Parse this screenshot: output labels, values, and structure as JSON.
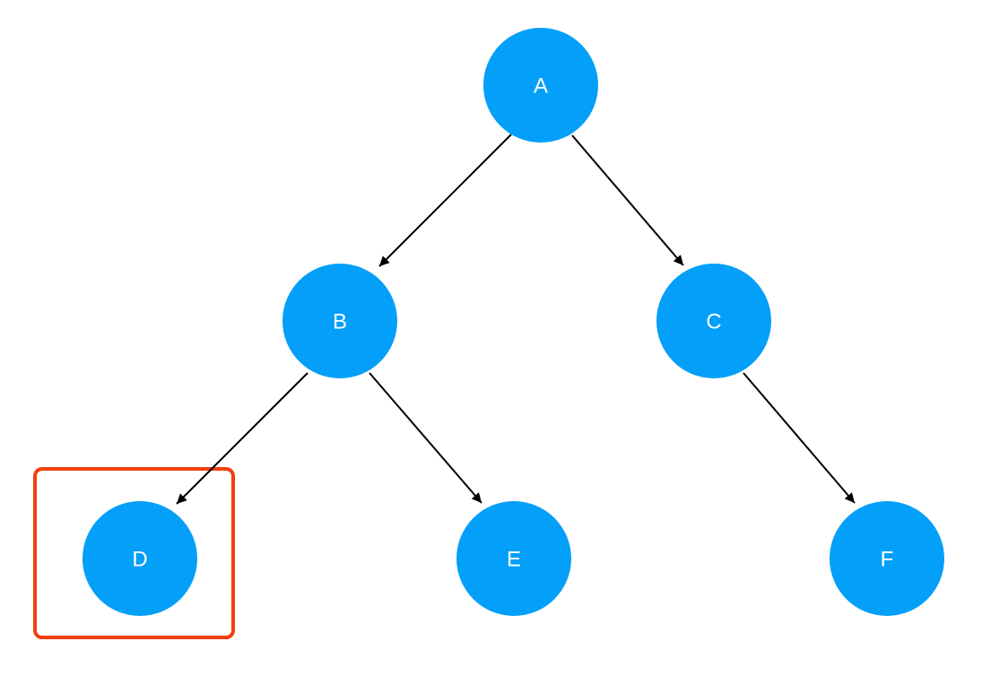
{
  "diagram": {
    "type": "binary-tree",
    "colors": {
      "node_fill": "#049ff8",
      "node_text": "#ffffff",
      "edge": "#000000",
      "highlight": "#f2400f"
    },
    "nodes": [
      {
        "id": "A",
        "label": "A"
      },
      {
        "id": "B",
        "label": "B"
      },
      {
        "id": "C",
        "label": "C"
      },
      {
        "id": "D",
        "label": "D"
      },
      {
        "id": "E",
        "label": "E"
      },
      {
        "id": "F",
        "label": "F"
      }
    ],
    "edges": [
      {
        "from": "A",
        "to": "B"
      },
      {
        "from": "A",
        "to": "C"
      },
      {
        "from": "B",
        "to": "D"
      },
      {
        "from": "B",
        "to": "E"
      },
      {
        "from": "C",
        "to": "F"
      }
    ],
    "highlighted_node": "D"
  }
}
